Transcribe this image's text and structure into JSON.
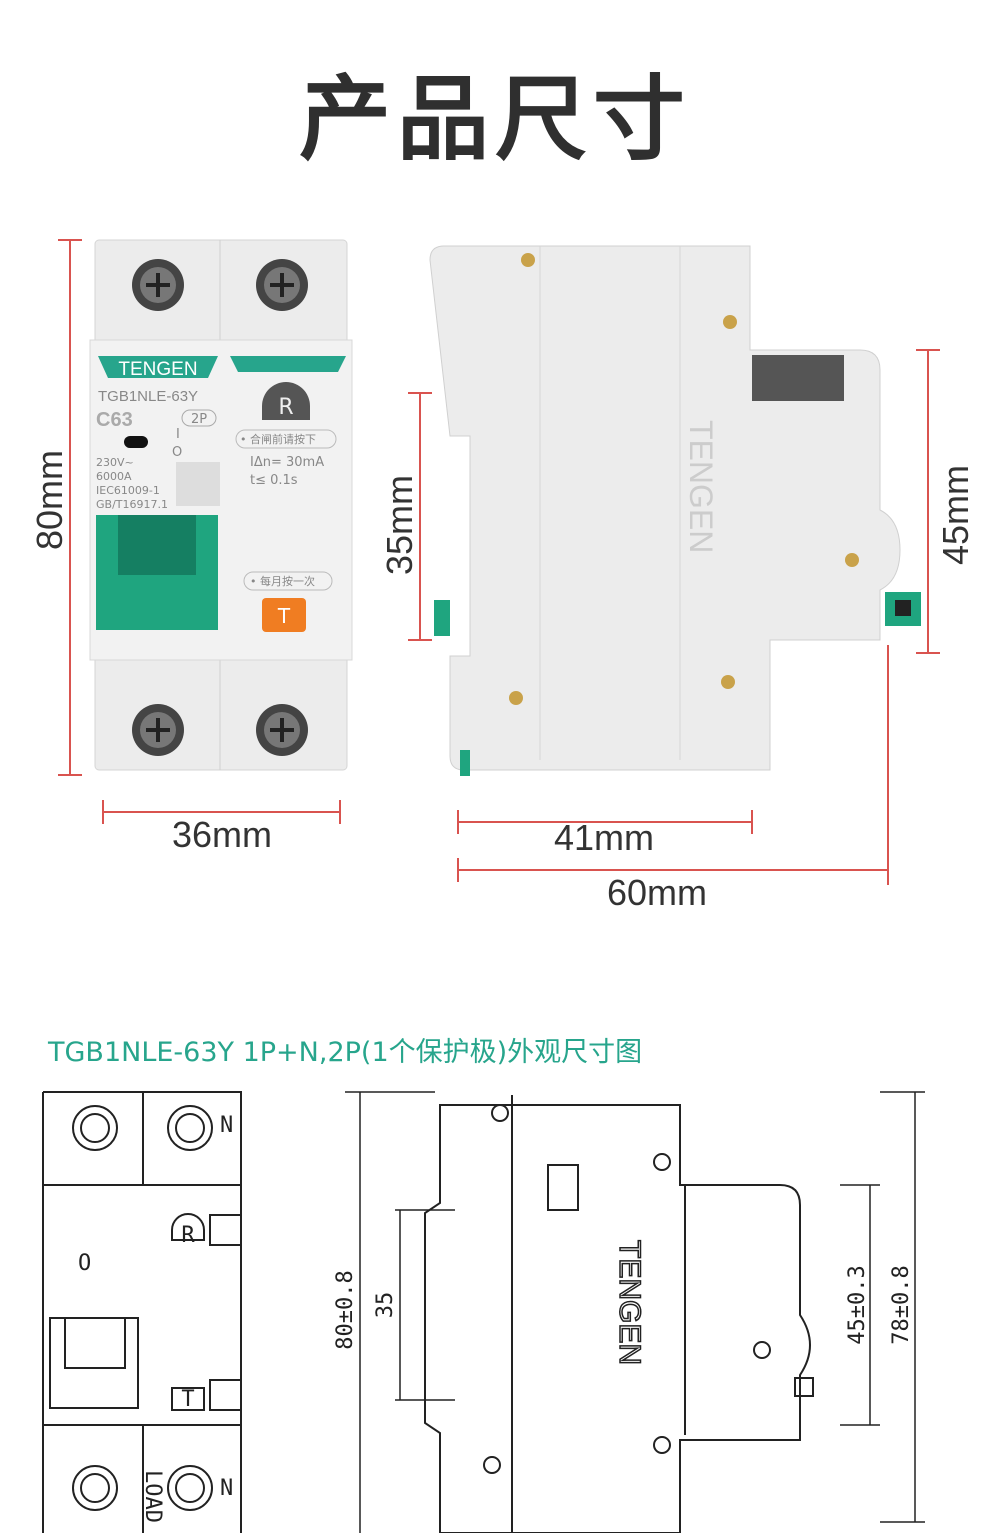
{
  "title": "产品尺寸",
  "product": {
    "brand": "TENGEN",
    "model": "TGB1NLE-63Y",
    "rating": "C63",
    "poles": "2P",
    "reset_label": "R",
    "test_label": "T",
    "voltage": "230V~",
    "breaking": "6000A",
    "std1": "IEC61009-1",
    "std2": "GB/T16917.1",
    "sensitivity": "IΔn= 30mA",
    "trip_time": "t≤ 0.1s",
    "note_reset": "• 合闸前请按下",
    "note_test": "• 每月按一次",
    "on_mark": "I",
    "off_mark": "O"
  },
  "dimensions": {
    "height": "80mm",
    "width": "36mm",
    "rail": "35mm",
    "front_height": "45mm",
    "depth_front": "41mm",
    "depth_total": "60mm"
  },
  "drawing": {
    "subtitle": "TGB1NLE-63Y 1P+N,2P(1个保护极)外观尺寸图",
    "h_total": "80±0.8",
    "rail": "35",
    "front": "45±0.3",
    "h_side": "78±0.8",
    "brand": "TENGEN",
    "n_mark": "N",
    "load_mark": "LOAD",
    "r_mark": "R",
    "t_mark": "T",
    "o_mark": "O"
  },
  "colors": {
    "accent": "#27a58c",
    "dimension": "#d9534f",
    "test": "#f07d22",
    "handle": "#1fa57f"
  }
}
